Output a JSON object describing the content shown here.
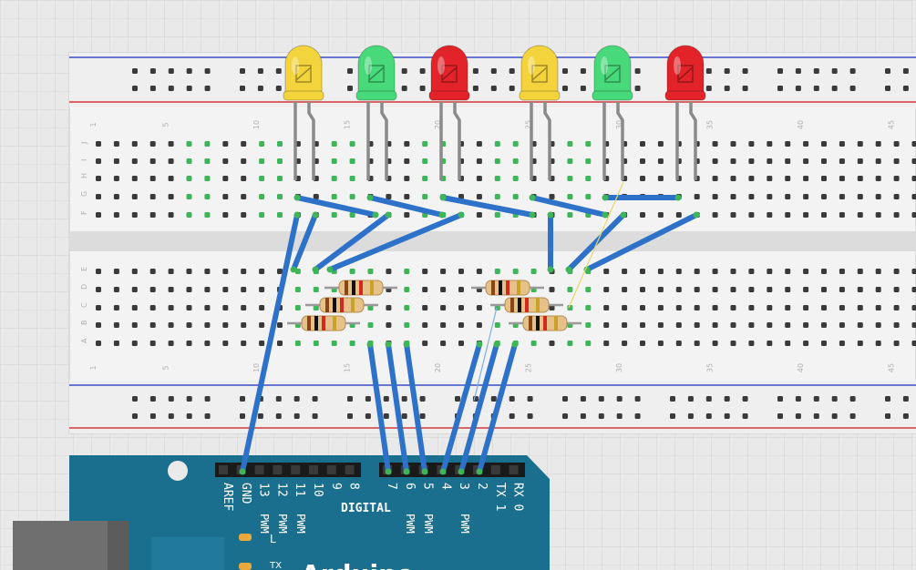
{
  "breadboard": {
    "column_numbers_top": [
      "1",
      "5",
      "10",
      "15",
      "20",
      "25",
      "30",
      "35",
      "40",
      "45"
    ],
    "column_numbers_bottom": [
      "1",
      "5",
      "10",
      "15",
      "20",
      "25",
      "30",
      "35",
      "40",
      "45"
    ],
    "row_letters_top": [
      "J",
      "I",
      "H",
      "G",
      "F"
    ],
    "row_letters_bottom": [
      "E",
      "D",
      "C",
      "B",
      "A"
    ]
  },
  "leds": [
    {
      "color_name": "yellow",
      "color": "#f4d43c"
    },
    {
      "color_name": "green",
      "color": "#48d97a"
    },
    {
      "color_name": "red",
      "color": "#e2242a"
    },
    {
      "color_name": "yellow",
      "color": "#f4d43c"
    },
    {
      "color_name": "green",
      "color": "#48d97a"
    },
    {
      "color_name": "red",
      "color": "#e2242a"
    }
  ],
  "resistor_count": 6,
  "arduino": {
    "header_labels_left": [
      "AREF",
      "GND",
      "13",
      "12",
      "11",
      "10",
      "9",
      "8"
    ],
    "header_labels_right": [
      "7",
      "6",
      "5",
      "4",
      "3",
      "2",
      "TX 1",
      "RX 0"
    ],
    "digital_label": "DIGITAL",
    "pwm_label": "PWM",
    "led_l_label": "L",
    "tx_label": "TX",
    "logo_fragment": "Arduino",
    "board_color": "#1b6f8e"
  },
  "colors": {
    "wire": "#2d72c8",
    "rail_red": "#d23a3a",
    "rail_blue": "#3b4fc8",
    "connected_hole": "#3fb55a"
  }
}
